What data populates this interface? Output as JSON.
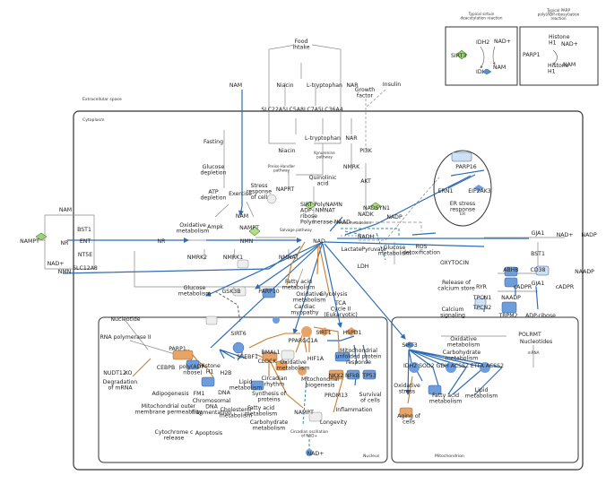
{
  "legend": {
    "sirtuin_title": "Typical sirtuin\ndeacetylation reaction",
    "parp_title": "Typical PARP\npoly(ADP-ribosyl)ation\nreaction",
    "sirt3": "SIRT3",
    "idh2_a": "IDH2",
    "idh2_b": "IDH2",
    "nad_plus_a": "NAD+",
    "nam_a": "NAM",
    "parp1": "PARP1",
    "histone_a": "Histone\nH1",
    "histone_b": "Histone\nH1",
    "nad_plus_b": "NAD+",
    "nam_b": "NAM"
  },
  "regions": {
    "extracellular": "Extracellular space",
    "cytoplasm": "Cytoplasm",
    "nucleus": "Nucleus",
    "mitochondrion": "Mitochondrion",
    "er": "ER"
  },
  "nodes": {
    "food_intake": "Food\nintake",
    "nam_top": "NAM",
    "niacin_top": "Niacin",
    "ltryptophan_top": "L-tryptophan",
    "nar_top": "NAR",
    "growth_factor": "Growth\nfactor",
    "insulin": "Insulin",
    "slc_row": "SLC22A5LC5A8LC7A5LC36A4",
    "ltryptophan": "L-tryptophan",
    "niacin": "Niacin",
    "nar": "NAR",
    "pi3k": "PI3K",
    "kynurenine_pathway": "Kynurenine\npathway",
    "preiss_handler": "Preiss-Handler\npathway",
    "quinolinic": "Quinolinic\nacid",
    "nmrk": "NMRK",
    "naprt": "NAPRT",
    "akt": "AKT",
    "fasting": "Fasting",
    "glucose_depletion": "Glucose\ndepletion",
    "atp_depletion": "ATP\ndepletion",
    "exercise": "Exercise",
    "stress_response": "Stress\nresponse\nof cell",
    "ampk": "Ampk",
    "nampt_mid": "NAMPT",
    "oxidative_metabolism": "Oxidative\nmetabolism",
    "sirt_poly_cluster": "SIRT PolyNAMN\nADP-  NMNAT\nribose\nPolymerase NAAD",
    "nadsyn1": "NADSYN1",
    "salvage_pathway": "Salvage pathway",
    "nam_cyto": "NAM",
    "nmn": "NMN",
    "nad": "NAD",
    "nadk": "NADK",
    "nampt_left": "NAMPT",
    "nam_left": "NAM",
    "bst1_left": "BST1",
    "nr_ext": "NR",
    "ent": "ENT",
    "nr_cyto": "NR",
    "nt5e": "NT5E",
    "nad_plus_left": "NAD+",
    "nmn_left": "NMN",
    "slc12a8": "SLC12A8",
    "nmrk2": "NMRK2",
    "nmrk1": "NMRK1",
    "nmnat_low": "NMNAT",
    "parp16": "PARP16",
    "ern1": "ERN1",
    "eif2ak3": "EIF2AK3",
    "er_stress": "ER stress\nresponse",
    "nadp": "NADP",
    "redox": "Redox metabolism",
    "nadh": "NADH",
    "lactate": "Lactate",
    "pyruvate": "Pyruvate",
    "glucose_metabolism_r": "Glucose\nmetabolism",
    "ros": "ROS\ndetoxification",
    "ldh": "LDH",
    "glucose_metabolism_l": "Glucose\nmetabolism",
    "gsk3b": "GSK3B",
    "parp10": "PARP10",
    "fatty_acid_metab": "Fatty acid\nmetabolism",
    "oxidative_metab2": "Oxidative\nmetabolism",
    "cardiac": "Cardiac\nmyopathy",
    "glycolysis": "Glycolysis",
    "tca": "TCA\nCycle II\n(Eukaryotic)",
    "gja1_r": "GJA1",
    "nad_plus_r": "NAD+",
    "nadp_r": "NADP",
    "bst1_r": "BST1",
    "cd38": "CD38",
    "oxytocin": "OXYTOCIN",
    "abhb": "ABHB",
    "gja1_r2": "GJA1",
    "cadpr_a": "cADPR",
    "cadpr_b": "cADPR",
    "naadp_a": "NAADP",
    "naadp_b": "NAADP",
    "release_calcium": "Release of\ncalcium store",
    "ryr": "RYR",
    "tpcn1": "TPCN1",
    "tpcn2": "TPCN2",
    "calcium_signaling": "Calcium\nsignaling",
    "trpm2": "TRPM2",
    "adp_ribose": "ADP-ribose",
    "nucleotide": "Nucleotide",
    "rna_pol": "RNA polymerase II",
    "parp1": "PARP1",
    "cebpb": "CEBPB",
    "polyadp": "poly(ADP-\nribose)",
    "histone_h1": "Histone\nH1",
    "h2b": "H2B",
    "nudt12": "NUDT12",
    "xo": "XO",
    "degradation": "Degradation\nof mRNA",
    "adipogenesis": "Adipogenesis",
    "fm1": "FM1",
    "chromosomal": "Chromosomal\nDNA\nfragmentation",
    "dna": "DNA",
    "mito_outer": "Mitochondrial outer\nmembrane permeability",
    "cytochrome": "Cytochrome c\nrelease",
    "apoptosis": "Apoptosis",
    "sirt6": "SIRT6",
    "srebf1": "SREBF1",
    "clock": "CLOCK",
    "bmal1": "BMAL1",
    "lipid_metab": "Lipid\nmetabolism",
    "circadian": "Circadian\nrhythm",
    "synthesis_proteins": "Synthesis of\nproteins",
    "cholesterol": "Cholesterol\nmetabolism",
    "fatty_acid2": "Fatty acid\nmetabolism",
    "carbohydrate": "Carbohydrate\nmetabolism",
    "ppargc1a": "PPARGC1A",
    "sirt1": "SIRT1",
    "hspd1": "HSPD1",
    "oxidative_metab3": "Oxidative\nmetabolism",
    "hif1a": "HIF1A",
    "mito_biogenesis": "Mitochondrial\nbiogenesis",
    "mito_unfolded": "Mitochondrial\nunfolded protein\nresponse",
    "nkx2": "NKX2",
    "nfkb": "NFkB",
    "tp53": "TP53",
    "prdm13": "PRDM13",
    "nampt_nuc": "NAMPT",
    "inflammation": "Inflammation",
    "survival": "Survival\nof cells",
    "longevity": "Longevity",
    "circadian_osc": "Circadian oscillation\nof NAD+",
    "nad_plus_nuc": "NAD+",
    "sirt3": "SIRT3",
    "oxidative_metab4": "Oxidative\nmetabolism",
    "carbohydrate2": "Carbohydrate\nmetabolism",
    "polrmt": "POLRMT",
    "nucleotides": "Nucleotides",
    "mrna": "mRNA",
    "mito_row": "IDH2 SOD2 GDH ACSS2 ETFA ACSS2",
    "oxidative_stress": "Oxidative\nstress",
    "fatty_acid3": "Fatty acid\nmetabolism",
    "lipid_metab2": "Lipid\nmetabolism",
    "aging": "Aging of\ncells"
  }
}
